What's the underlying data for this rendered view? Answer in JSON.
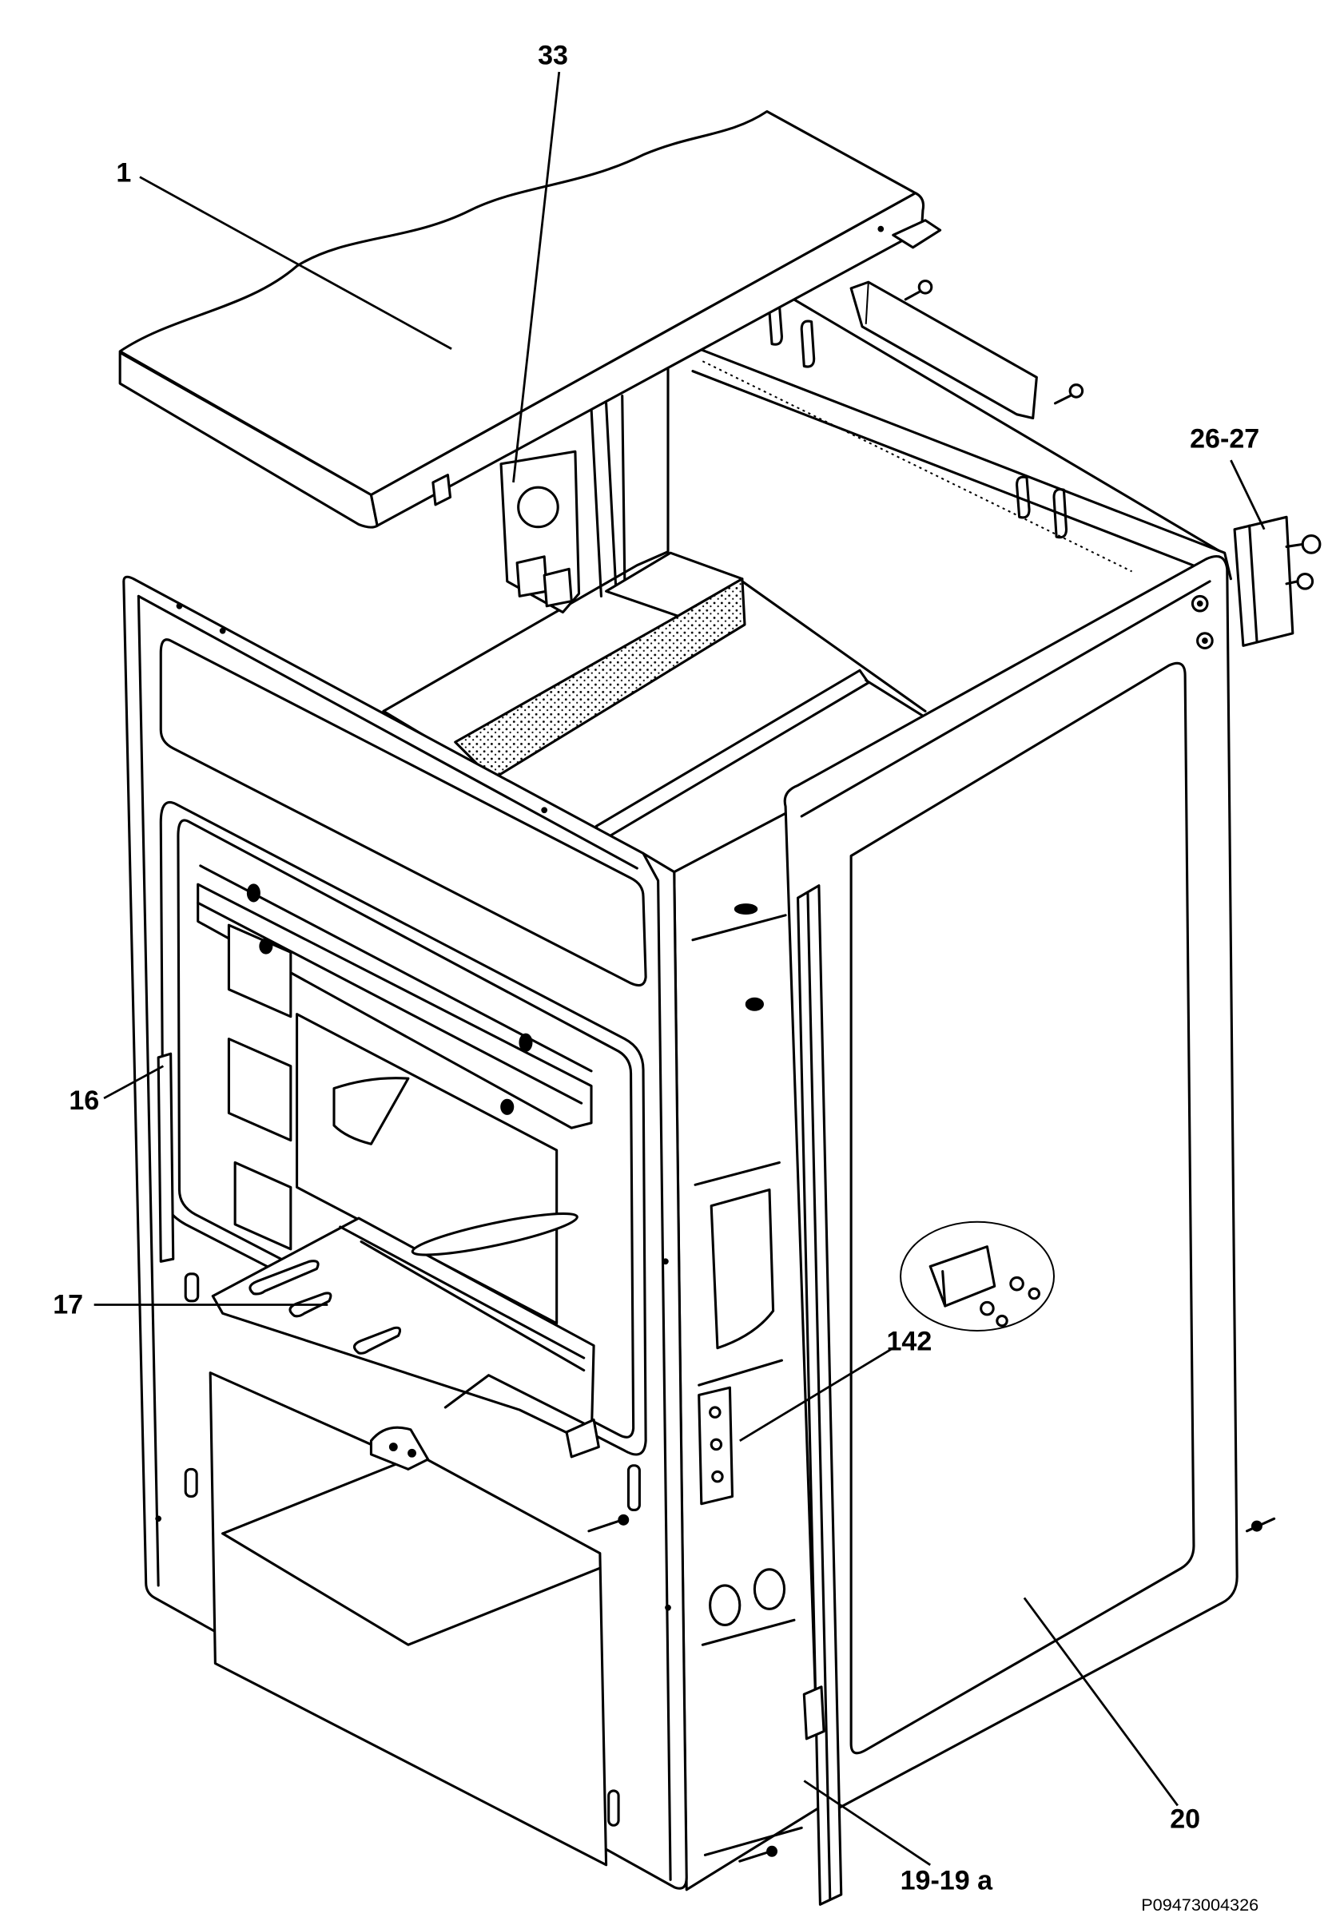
{
  "diagram": {
    "callouts": [
      "33",
      "1",
      "26-27",
      "16",
      "17",
      "142",
      "20",
      "19-19 a"
    ],
    "reference_code": "P09473004326",
    "line_color": "#000000",
    "background_color": "#ffffff"
  }
}
